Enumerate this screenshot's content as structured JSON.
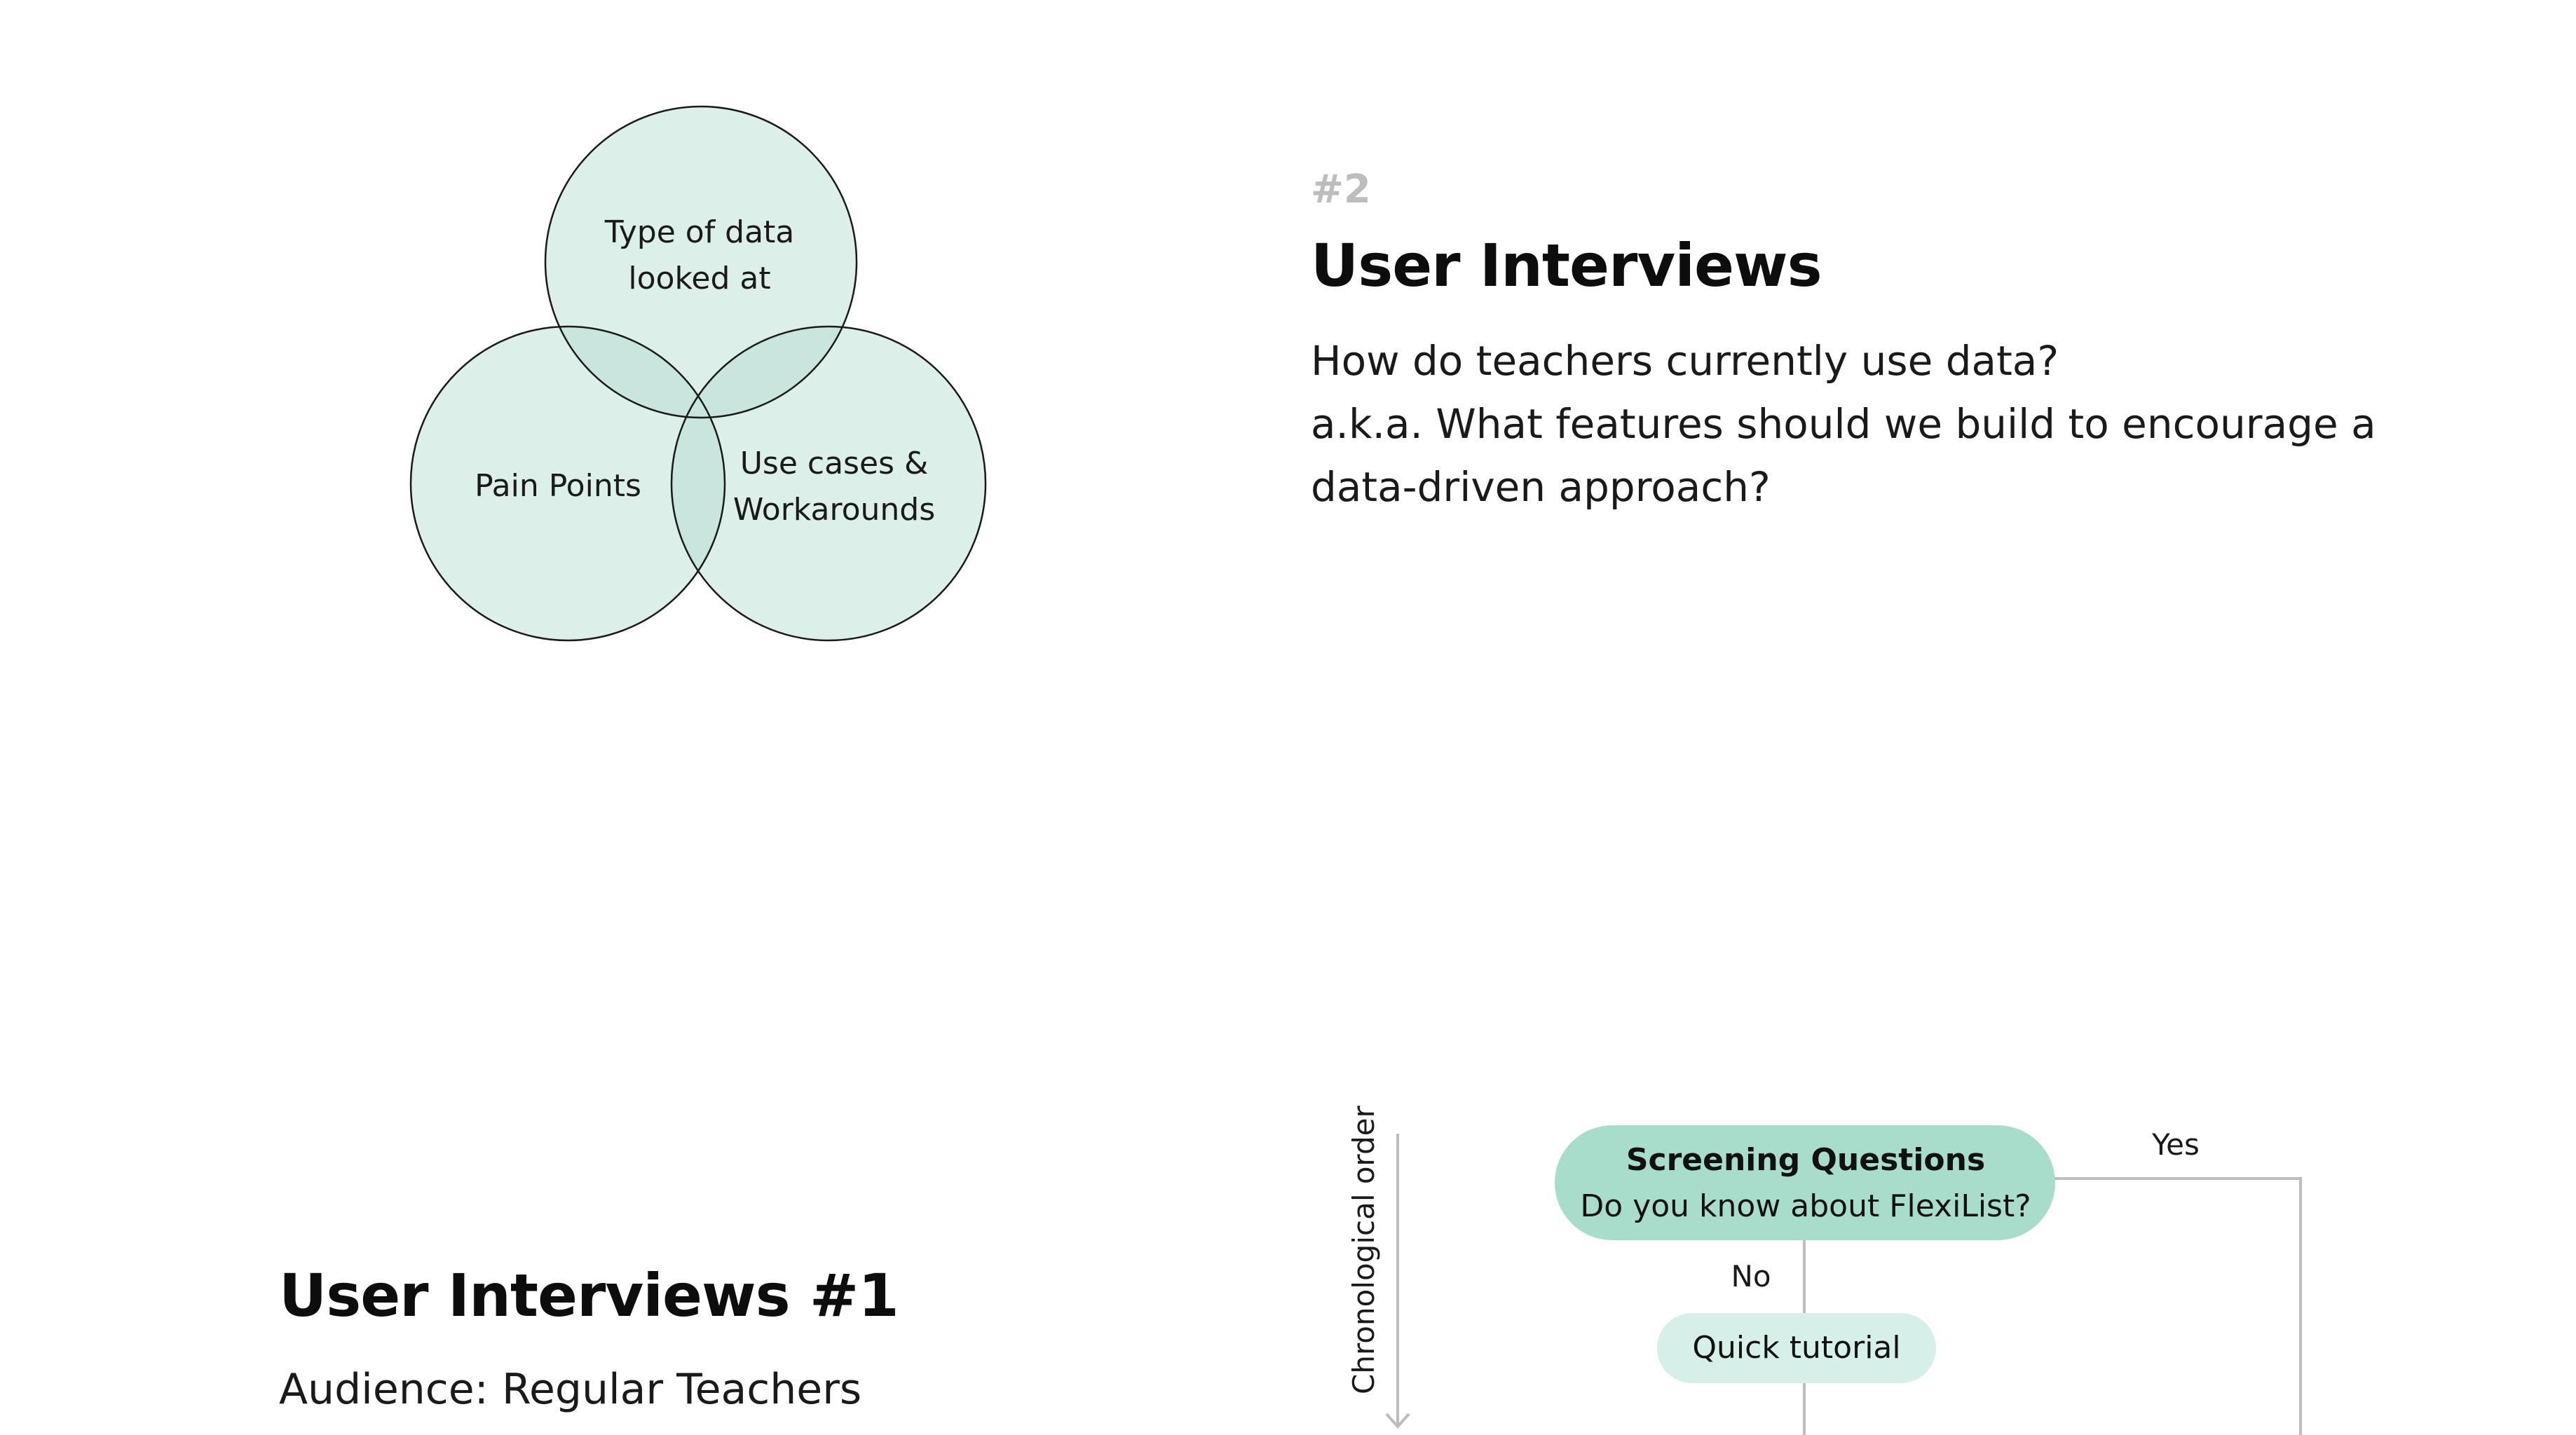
{
  "venn": {
    "top_circle_line1": "Type of data",
    "top_circle_line2": "looked at",
    "left_circle": "Pain Points",
    "right_circle_line1": "Use cases &",
    "right_circle_line2": "Workarounds",
    "fill_color": "#dcefe9",
    "overlap_color": "#c8e6dd",
    "stroke_color": "#1a1a1a"
  },
  "section2": {
    "number": "#2",
    "title": "User Interviews",
    "body_line1": "How do teachers currently use data?",
    "body_line2": "a.k.a. What features should we build to encourage a",
    "body_line3": "data-driven approach?"
  },
  "section1": {
    "title": "User Interviews #1",
    "audience": "Audience: Regular Teachers"
  },
  "flowchart": {
    "axis_label": "Chronological order",
    "screening_title": "Screening Questions",
    "screening_question": "Do you know about FlexiList?",
    "yes_label": "Yes",
    "no_label": "No",
    "tutorial_label": "Quick tutorial",
    "primary_color": "#a8dccb",
    "secondary_color": "#d6efe8",
    "line_color": "#bdbdbd"
  }
}
